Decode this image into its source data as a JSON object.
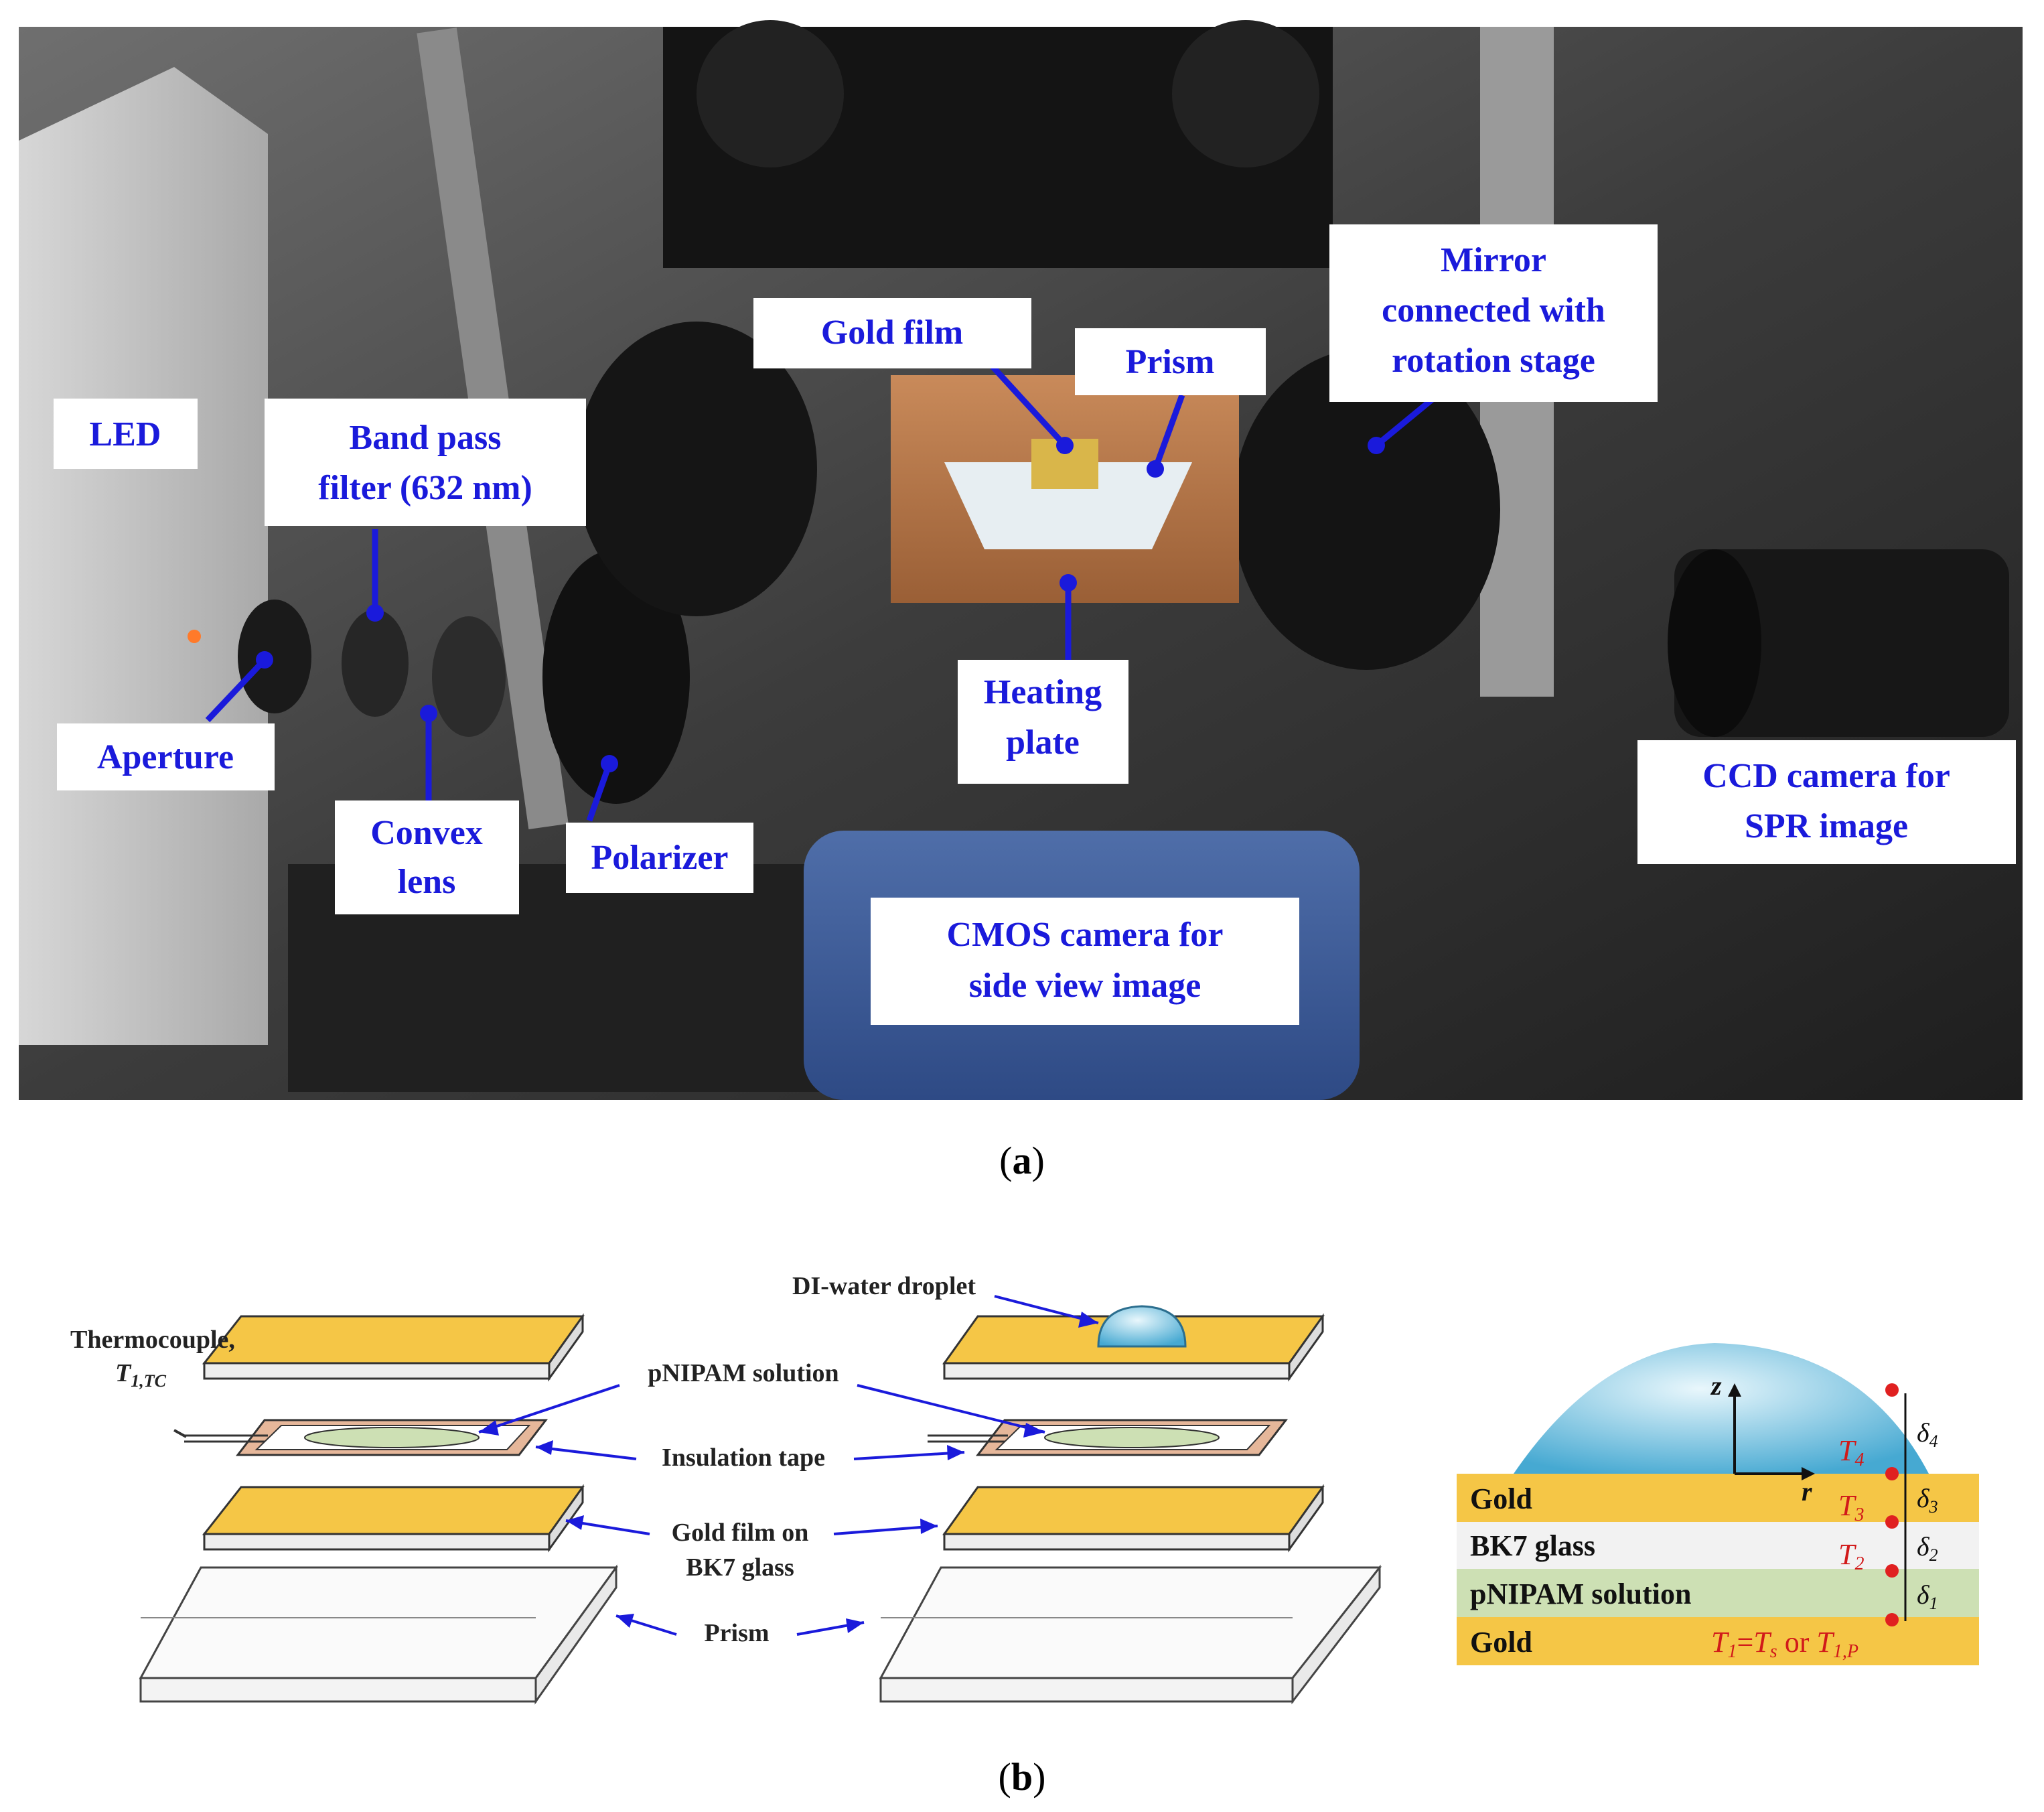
{
  "panel_a": {
    "caption_open": "(",
    "caption_letter": "a",
    "caption_close": ")",
    "labels": {
      "led": "LED",
      "band_pass_line1": "Band pass",
      "band_pass_line2": "filter (632 nm)",
      "aperture": "Aperture",
      "convex_line1": "Convex",
      "convex_line2": "lens",
      "polarizer": "Polarizer",
      "gold_film": "Gold film",
      "prism": "Prism",
      "heating_line1": "Heating",
      "heating_line2": "plate",
      "mirror_line1": "Mirror",
      "mirror_line2": "connected with",
      "mirror_line3": "rotation stage",
      "ccd_line1": "CCD camera for",
      "ccd_line2": "SPR image",
      "cmos_line1": "CMOS camera for",
      "cmos_line2": "side view image"
    },
    "colors": {
      "label_text": "#1a1adb",
      "label_box": "#ffffff",
      "leader": "#1a1adb"
    }
  },
  "panel_b": {
    "caption_open": "(",
    "caption_letter": "b",
    "caption_close": ")",
    "labels": {
      "droplet": "DI-water droplet",
      "thermocouple_line1": "Thermocouple,",
      "thermocouple_sym": "T",
      "thermocouple_sub": "1,TC",
      "pnipam": "pNIPAM solution",
      "insulation": "Insulation tape",
      "gold_film_line1": "Gold film on",
      "gold_film_line2": "BK7 glass",
      "prism": "Prism"
    },
    "cross_section": {
      "layers": [
        "Gold",
        "BK7 glass",
        "pNIPAM solution",
        "Gold"
      ],
      "axis_z": "z",
      "axis_r": "r",
      "temps": {
        "t4": "T",
        "t4_sub": "4",
        "t3": "T",
        "t3_sub": "3",
        "t2": "T",
        "t2_sub": "2",
        "t1_a": "T",
        "t1_a_sub": "1",
        "t1_eq": "=",
        "t1_b": "T",
        "t1_b_sub": "s",
        "t1_or": " or ",
        "t1_c": "T",
        "t1_c_sub": "1,P"
      },
      "deltas": {
        "d4": "δ",
        "d4_sub": "4",
        "d3": "δ",
        "d3_sub": "3",
        "d2": "δ",
        "d2_sub": "2",
        "d1": "δ",
        "d1_sub": "1"
      }
    },
    "colors": {
      "gold": "#f5c646",
      "glass": "#f2f2f2",
      "pnipam": "#cde0b4",
      "droplet": "#5ab3d6",
      "temp_dot": "#e02020"
    }
  }
}
